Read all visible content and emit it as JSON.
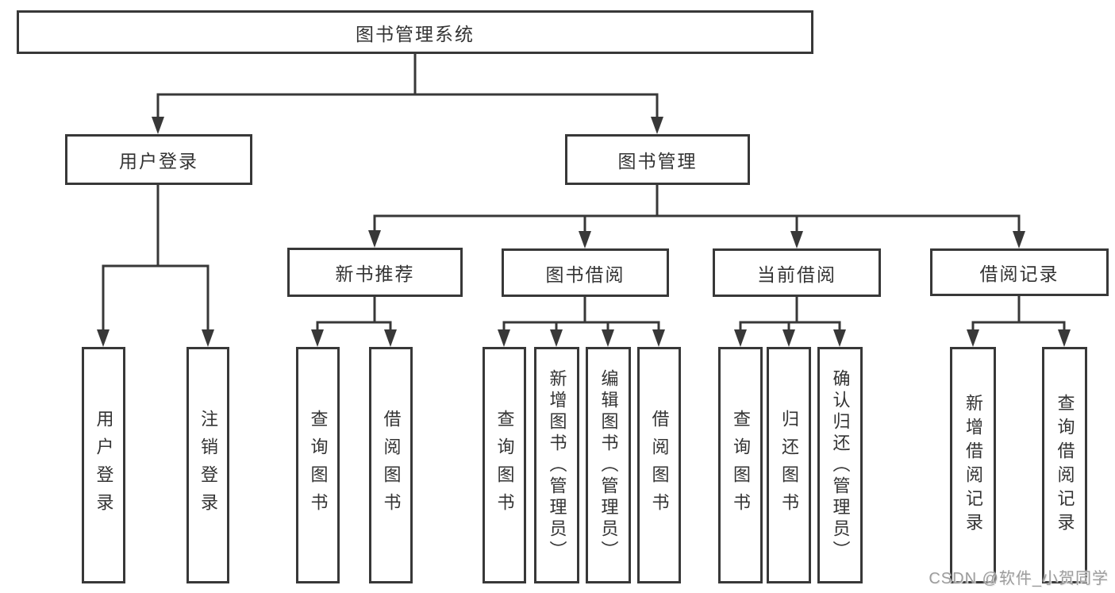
{
  "diagram_title": "图书管理系统",
  "tree": {
    "label": "图书管理系统",
    "children": [
      {
        "label": "用户登录",
        "children": [
          {
            "label": "用户登录"
          },
          {
            "label": "注销登录"
          }
        ]
      },
      {
        "label": "图书管理",
        "children": [
          {
            "label": "新书推荐",
            "children": [
              {
                "label": "查询图书"
              },
              {
                "label": "借阅图书"
              }
            ]
          },
          {
            "label": "图书借阅",
            "children": [
              {
                "label": "查询图书"
              },
              {
                "label": "新增图书（管理员）"
              },
              {
                "label": "编辑图书（管理员）"
              },
              {
                "label": "借阅图书"
              }
            ]
          },
          {
            "label": "当前借阅",
            "children": [
              {
                "label": "查询图书"
              },
              {
                "label": "归还图书"
              },
              {
                "label": "确认归还（管理员）"
              }
            ]
          },
          {
            "label": "借阅记录",
            "children": [
              {
                "label": "新增借阅记录"
              },
              {
                "label": "查询借阅记录"
              }
            ]
          }
        ]
      }
    ]
  },
  "watermark": "CSDN @软件_小贺同学",
  "colors": {
    "line": "#383838",
    "text": "#333333",
    "background": "#ffffff",
    "watermark": "#9c9c9c"
  }
}
